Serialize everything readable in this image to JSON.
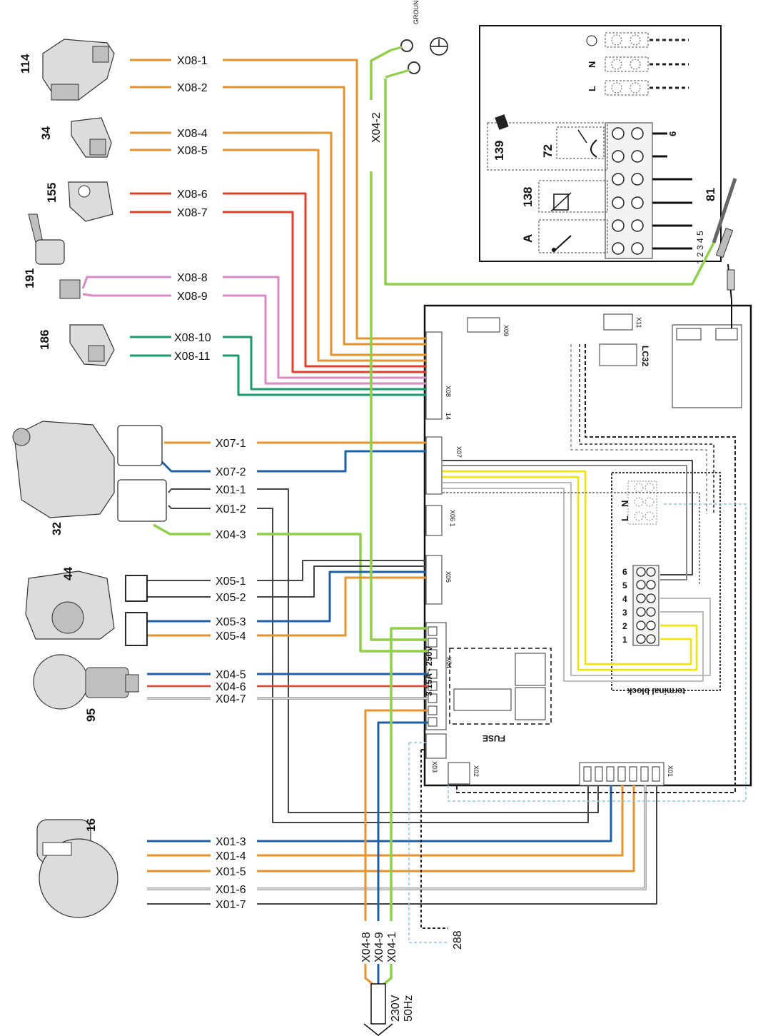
{
  "components": {
    "c114": "114",
    "c34": "34",
    "c155": "155",
    "c191": "191",
    "c186": "186",
    "c32": "32",
    "c44": "44",
    "c95": "95",
    "c16": "16"
  },
  "wires": {
    "x08_1": "X08-1",
    "x08_2": "X08-2",
    "x08_4": "X08-4",
    "x08_5": "X08-5",
    "x08_6": "X08-6",
    "x08_7": "X08-7",
    "x08_8": "X08-8",
    "x08_9": "X08-9",
    "x08_10": "X08-10",
    "x08_11": "X08-11",
    "x07_1": "X07-1",
    "x07_2": "X07-2",
    "x01_1": "X01-1",
    "x01_2": "X01-2",
    "x04_3": "X04-3",
    "x05_1": "X05-1",
    "x05_2": "X05-2",
    "x05_3": "X05-3",
    "x05_4": "X05-4",
    "x04_5": "X04-5",
    "x04_6": "X04-6",
    "x04_7": "X04-7",
    "x01_3": "X01-3",
    "x01_4": "X01-4",
    "x01_5": "X01-5",
    "x01_6": "X01-6",
    "x01_7": "X01-7",
    "x04_2": "X04-2",
    "x04_8": "X04-8",
    "x04_9": "X04-9",
    "x04_1": "X04-1"
  },
  "ground_label": "GROUND",
  "inset": {
    "c139": "139",
    "c72": "72",
    "c138": "138",
    "cA": "A",
    "terminal_numbers_bottom": "1 2 3 4 5",
    "terminal_6": "6",
    "lbl_L": "L",
    "lbl_N": "N"
  },
  "c81": "81",
  "board": {
    "x09": "X09",
    "x11": "X11",
    "lc32": "LC32",
    "x08": "X08",
    "x07": "X07",
    "x06": "X06 1",
    "x05": "X05",
    "x04": "X04",
    "x03": "X03",
    "x02": "X02",
    "x01": "X01",
    "pin14": "14",
    "fuse_rating": "3.15A - 250V",
    "fuse": "FUSE",
    "terminal_block": "terminal block",
    "tb_L": "L",
    "tb_N": "N",
    "tb_nums": [
      "1",
      "2",
      "3",
      "4",
      "5",
      "6"
    ]
  },
  "c288": "288",
  "supply_v": "230V",
  "supply_hz": "50Hz",
  "colors": {
    "orange": "#e8922e",
    "red": "#e0402a",
    "pink": "#d98ac4",
    "teal": "#1a9a6e",
    "blue": "#1f5fa8",
    "green": "#8fcf4a",
    "yellow": "#f2e600",
    "gray": "#888888",
    "black": "#222222",
    "lightblue": "#8ec7e0"
  }
}
